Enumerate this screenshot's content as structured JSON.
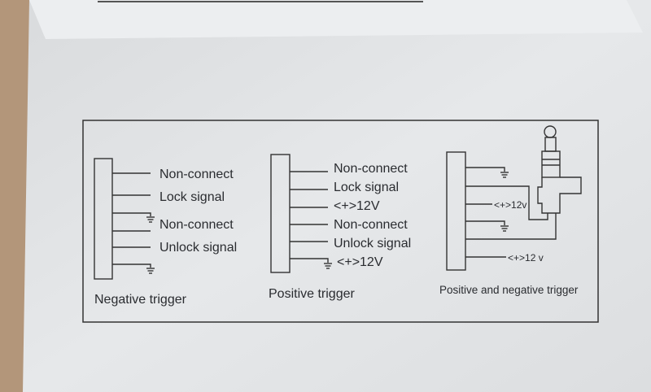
{
  "negative": {
    "caption": "Negative trigger",
    "labels": [
      "Non-connect",
      "Lock signal",
      "Non-connect",
      "Unlock signal"
    ]
  },
  "positive": {
    "caption": "Positive  trigger",
    "labels": [
      "Non-connect",
      "Lock signal",
      "<+>12V",
      "Non-connect",
      "Unlock signal",
      "<+>12V"
    ]
  },
  "combined": {
    "caption": "Positive and negative trigger",
    "labels": [
      "<+>12v",
      "<+>12 v"
    ]
  },
  "colors": {
    "paper": "#e3e5e7",
    "ink": "#2a2c30",
    "wood": "#b3967a"
  }
}
